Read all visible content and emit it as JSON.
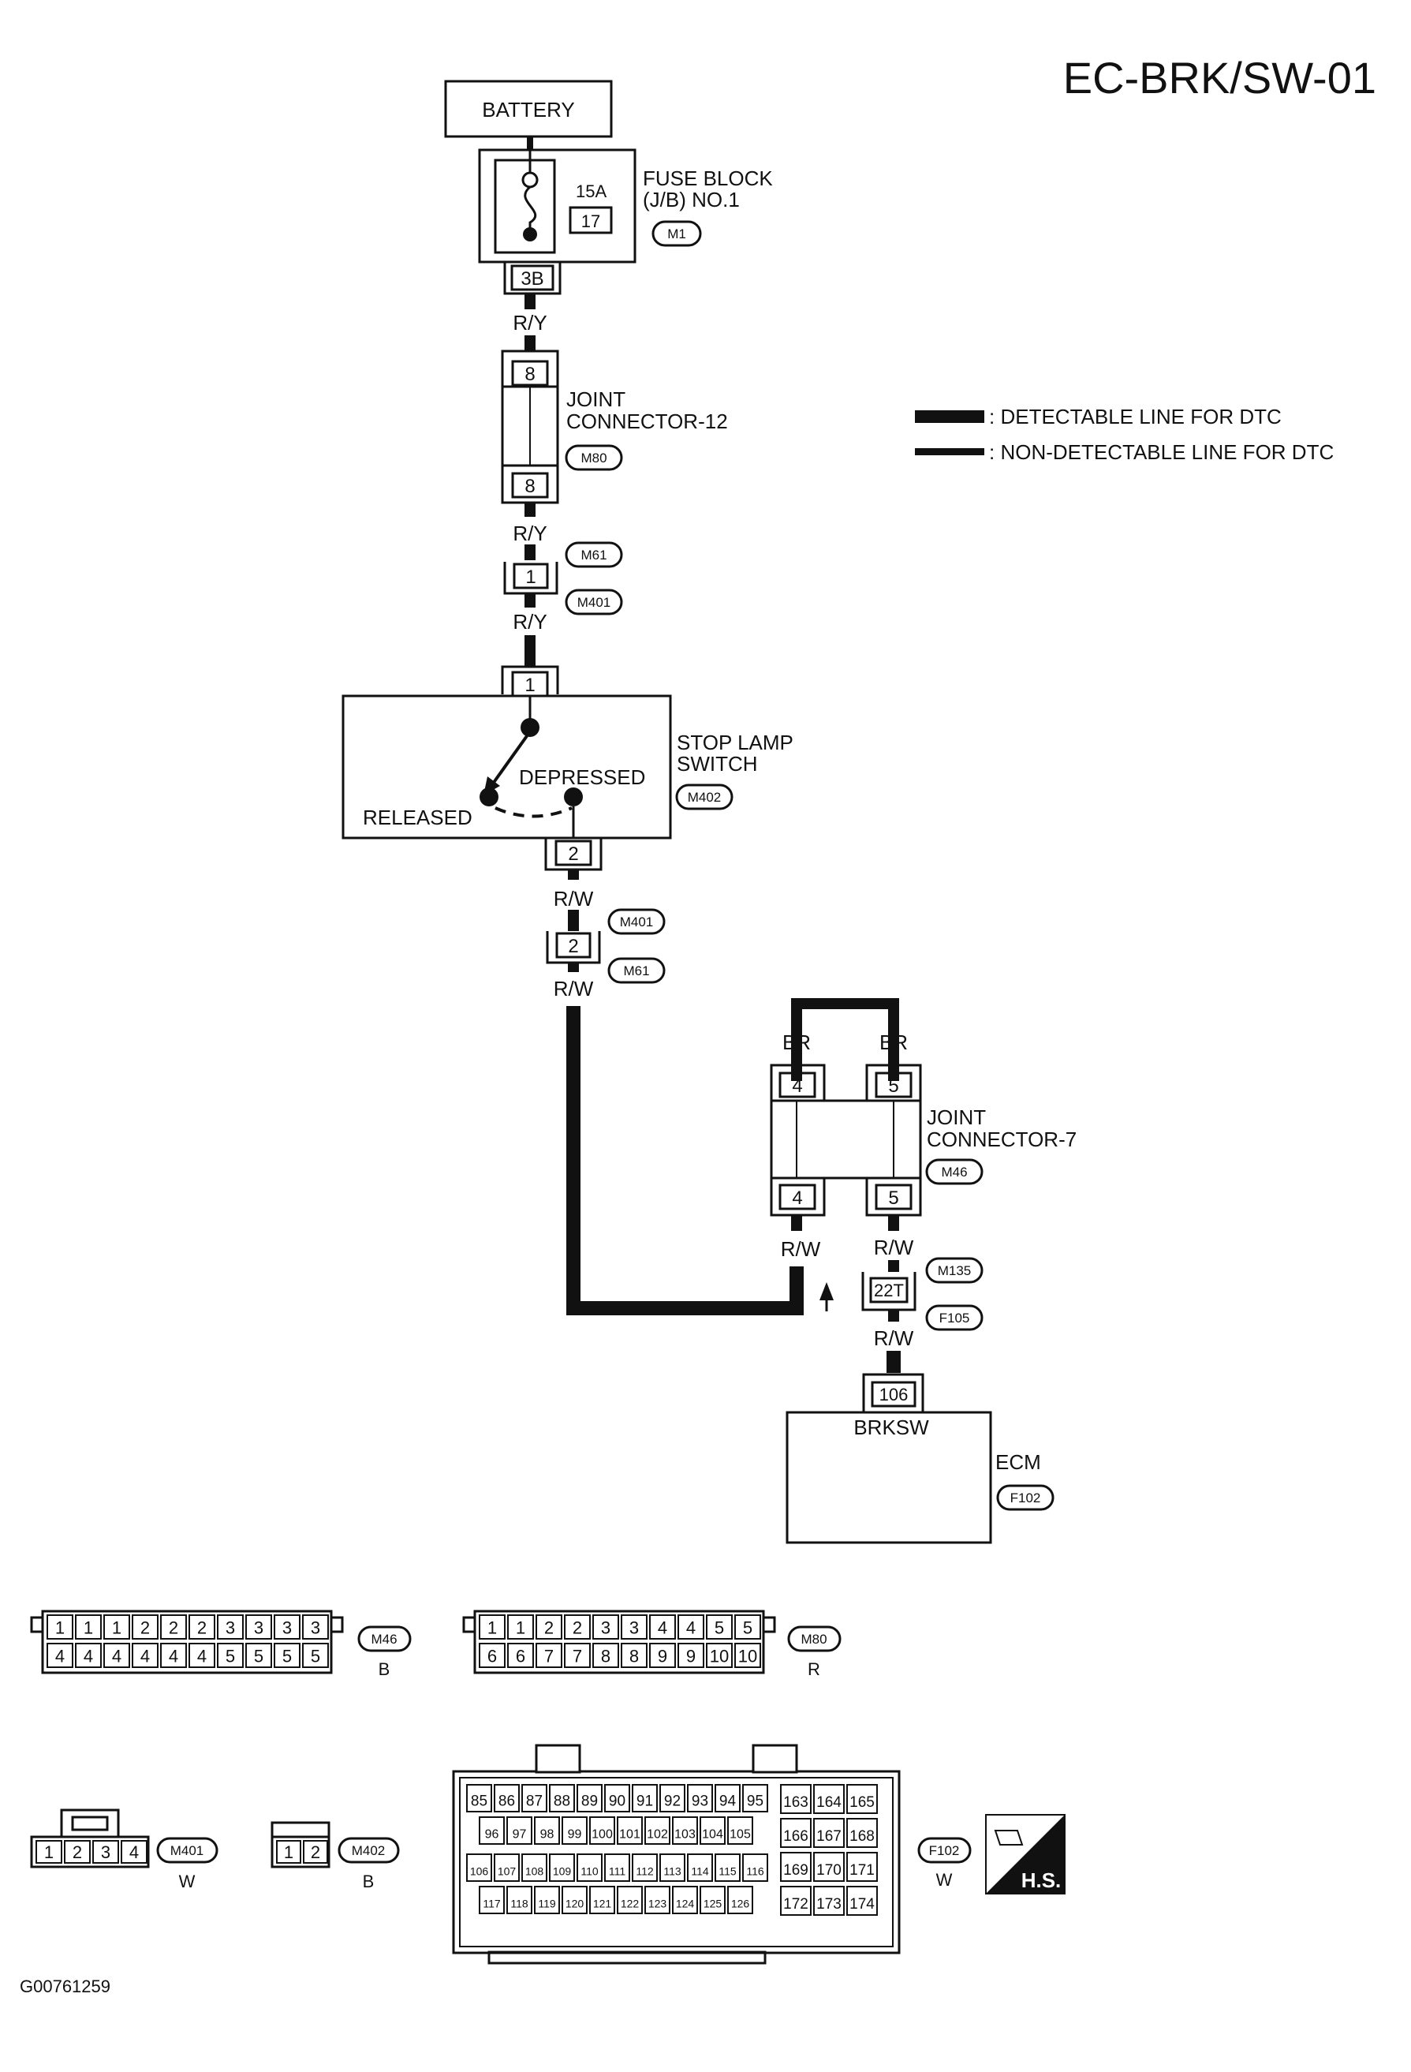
{
  "diagram_id": "EC-BRK/SW-01",
  "battery": "BATTERY",
  "fuse_block": {
    "name_line1": "FUSE BLOCK",
    "name_line2": "(J/B) NO.1",
    "rating": "15A",
    "fuse_no": "17",
    "connector": "M1",
    "terminal": "3B"
  },
  "joint_connector_12": {
    "name_line1": "JOINT",
    "name_line2": "CONNECTOR-12",
    "connector": "M80",
    "pin_top": "8",
    "pin_bottom": "8"
  },
  "wire_colors": {
    "r_y": "R/Y",
    "r_w": "R/W",
    "br": "BR"
  },
  "m61_m401_upper": {
    "pin": "1",
    "label_a": "M61",
    "label_b": "M401"
  },
  "stop_lamp_switch": {
    "name_line1": "STOP LAMP",
    "name_line2": "SWITCH",
    "connector": "M402",
    "pin_in": "1",
    "pin_out": "2",
    "depressed": "DEPRESSED",
    "released": "RELEASED"
  },
  "m61_m401_lower": {
    "pin": "2",
    "label_a": "M401",
    "label_b": "M61"
  },
  "joint_connector_7": {
    "name_line1": "JOINT",
    "name_line2": "CONNECTOR-7",
    "connector": "M46",
    "pin_4": "4",
    "pin_5": "5"
  },
  "m135_f105": {
    "pin": "22T",
    "label_a": "M135",
    "label_b": "F105"
  },
  "ecm": {
    "name": "ECM",
    "connector": "F102",
    "pin": "106",
    "signal": "BRKSW"
  },
  "legend": {
    "detectable": ": DETECTABLE LINE FOR DTC",
    "non_detectable": ": NON-DETECTABLE LINE FOR DTC"
  },
  "connector_views": {
    "m46": {
      "id": "M46",
      "color": "B",
      "top": [
        "1",
        "1",
        "1",
        "2",
        "2",
        "2",
        "3",
        "3",
        "3",
        "3"
      ],
      "bottom": [
        "4",
        "4",
        "4",
        "4",
        "4",
        "4",
        "5",
        "5",
        "5",
        "5"
      ]
    },
    "m80": {
      "id": "M80",
      "color": "R",
      "top": [
        "1",
        "1",
        "2",
        "2",
        "3",
        "3",
        "4",
        "4",
        "5",
        "5"
      ],
      "bottom": [
        "6",
        "6",
        "7",
        "7",
        "8",
        "8",
        "9",
        "9",
        "10",
        "10"
      ]
    },
    "m401": {
      "id": "M401",
      "color": "W",
      "pins": [
        "1",
        "2",
        "3",
        "4"
      ]
    },
    "m402": {
      "id": "M402",
      "color": "B",
      "pins": [
        "1",
        "2"
      ]
    },
    "f102": {
      "id": "F102",
      "color": "W",
      "row1": [
        "85",
        "86",
        "87",
        "88",
        "89",
        "90",
        "91",
        "92",
        "93",
        "94",
        "95"
      ],
      "row2": [
        "96",
        "97",
        "98",
        "99",
        "100",
        "101",
        "102",
        "103",
        "104",
        "105"
      ],
      "row3": [
        "106",
        "107",
        "108",
        "109",
        "110",
        "111",
        "112",
        "113",
        "114",
        "115",
        "116"
      ],
      "row4": [
        "117",
        "118",
        "119",
        "120",
        "121",
        "122",
        "123",
        "124",
        "125",
        "126"
      ],
      "right": [
        [
          "163",
          "164",
          "165"
        ],
        [
          "166",
          "167",
          "168"
        ],
        [
          "169",
          "170",
          "171"
        ],
        [
          "172",
          "173",
          "174"
        ]
      ]
    }
  },
  "hs_badge": "H.S.",
  "figure_code": "G00761259"
}
